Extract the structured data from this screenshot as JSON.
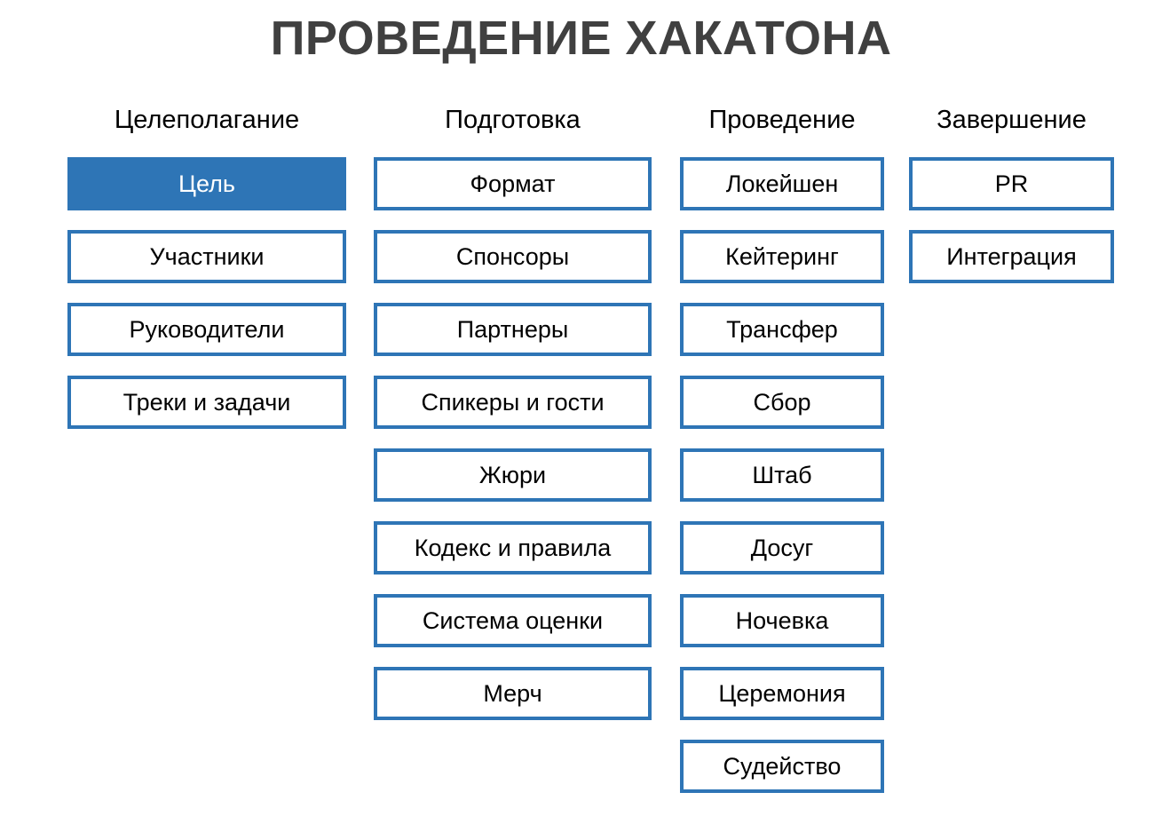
{
  "slide": {
    "title": "ПРОВЕДЕНИЕ ХАКАТОНА",
    "title_color": "#404040",
    "background_color": "#FFFFFF",
    "accent_color": "#2E75B6",
    "text_color": "#000000"
  },
  "columns": [
    {
      "header": "Целеполагание",
      "items": [
        {
          "label": "Цель",
          "highlighted": true
        },
        {
          "label": "Участники",
          "highlighted": false
        },
        {
          "label": "Руководители",
          "highlighted": false
        },
        {
          "label": "Треки и задачи",
          "highlighted": false
        }
      ]
    },
    {
      "header": "Подготовка",
      "items": [
        {
          "label": "Формат",
          "highlighted": false
        },
        {
          "label": "Спонсоры",
          "highlighted": false
        },
        {
          "label": "Партнеры",
          "highlighted": false
        },
        {
          "label": "Спикеры и гости",
          "highlighted": false
        },
        {
          "label": "Жюри",
          "highlighted": false
        },
        {
          "label": "Кодекс и правила",
          "highlighted": false
        },
        {
          "label": "Система оценки",
          "highlighted": false
        },
        {
          "label": "Мерч",
          "highlighted": false
        }
      ]
    },
    {
      "header": "Проведение",
      "items": [
        {
          "label": "Локейшен",
          "highlighted": false
        },
        {
          "label": "Кейтеринг",
          "highlighted": false
        },
        {
          "label": "Трансфер",
          "highlighted": false
        },
        {
          "label": "Сбор",
          "highlighted": false
        },
        {
          "label": "Штаб",
          "highlighted": false
        },
        {
          "label": "Досуг",
          "highlighted": false
        },
        {
          "label": "Ночевка",
          "highlighted": false
        },
        {
          "label": "Церемония",
          "highlighted": false
        },
        {
          "label": "Судейство",
          "highlighted": false
        }
      ]
    },
    {
      "header": "Завершение",
      "items": [
        {
          "label": "PR",
          "highlighted": false
        },
        {
          "label": "Интеграция",
          "highlighted": false
        }
      ]
    }
  ]
}
